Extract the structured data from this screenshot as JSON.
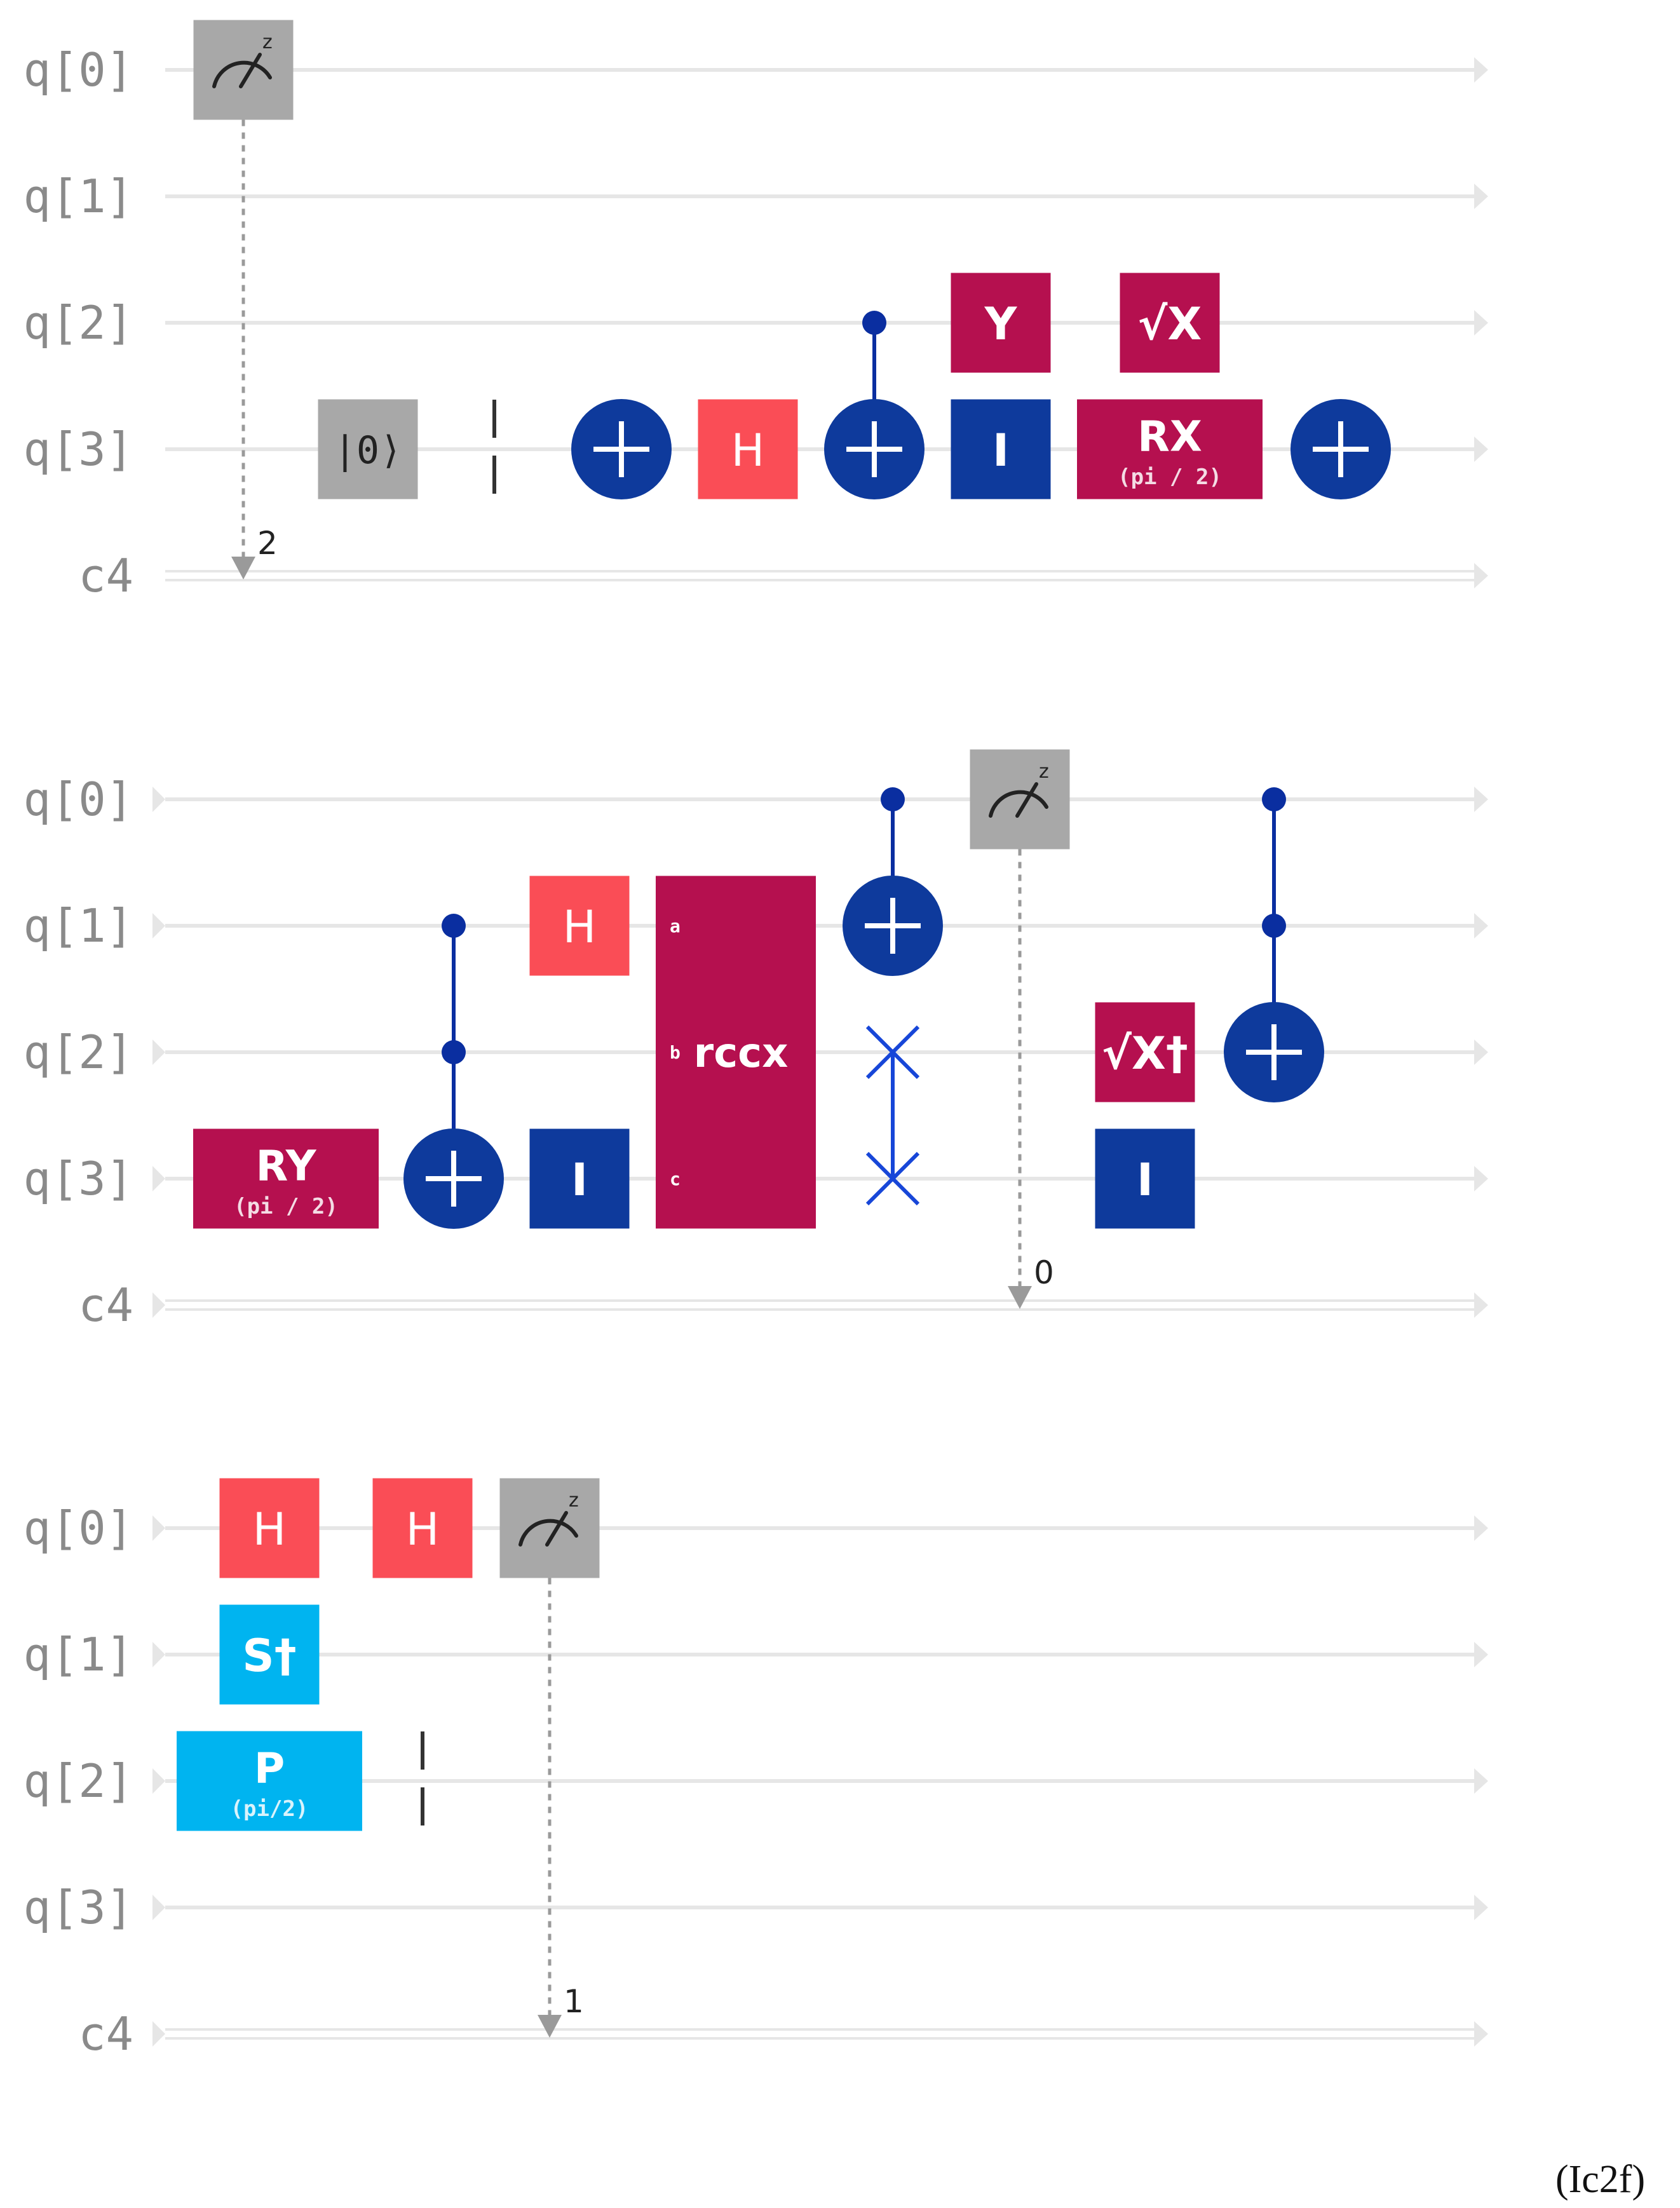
{
  "caption": "(Ic2f)",
  "colors": {
    "wire": "#e6e6e6",
    "h_gate": "#fa4d56",
    "magenta_gate": "#b5104f",
    "blue_gate": "#0e3a9c",
    "light_blue_gate": "#00b4f0",
    "measure_gate": "#a8a8a8",
    "reset_gate": "#a8a8a8"
  },
  "labels": {
    "q0": "q[0]",
    "q1": "q[1]",
    "q2": "q[2]",
    "q3": "q[3]",
    "c4": "c4",
    "H": "H",
    "I": "I",
    "Y": "Y",
    "RX": "RX",
    "RY": "RY",
    "P": "P",
    "sqrtx": "√X",
    "sqrtxdg": "√X†",
    "sdg": "S†",
    "reset": "|0⟩",
    "rccx": "rccx",
    "a": "a",
    "b": "b",
    "c": "c",
    "pi2_spaced": "(pi / 2)",
    "pi2": "(pi/2)",
    "z": "z",
    "bit0": "0",
    "bit1": "1",
    "bit2": "2"
  },
  "circuit_panels": [
    {
      "id": "panel-1",
      "wires": [
        "q0",
        "q1",
        "q2",
        "q3",
        "c4"
      ],
      "gates": [
        {
          "type": "measure",
          "qubit": 0,
          "col": 0,
          "bit": "bit2"
        },
        {
          "type": "reset",
          "qubit": 3,
          "col": 1
        },
        {
          "type": "barrier",
          "qubits": [
            3
          ],
          "col": 2
        },
        {
          "type": "x",
          "qubit": 3,
          "col": 3
        },
        {
          "type": "box",
          "label": "H",
          "color": "h_gate",
          "qubit": 3,
          "col": 4
        },
        {
          "type": "cx",
          "control": 2,
          "target": 3,
          "col": 5
        },
        {
          "type": "box",
          "label": "Y",
          "color": "magenta_gate",
          "qubit": 2,
          "col": 6
        },
        {
          "type": "box",
          "label": "I",
          "color": "blue_gate",
          "qubit": 3,
          "col": 6
        },
        {
          "type": "box",
          "label": "sqrtx",
          "color": "magenta_gate",
          "qubit": 2,
          "col": 7
        },
        {
          "type": "box",
          "label": "RX",
          "param": "pi2_spaced",
          "color": "magenta_gate",
          "qubit": 3,
          "col": 7,
          "wide": true
        },
        {
          "type": "x",
          "qubit": 3,
          "col": 8
        }
      ]
    },
    {
      "id": "panel-2",
      "wires": [
        "q0",
        "q1",
        "q2",
        "q3",
        "c4"
      ],
      "gates": [
        {
          "type": "box",
          "label": "RY",
          "param": "pi2_spaced",
          "color": "magenta_gate",
          "qubit": 3,
          "col": 0,
          "wide": true
        },
        {
          "type": "ccx",
          "controls": [
            1,
            2
          ],
          "target": 3,
          "col": 1
        },
        {
          "type": "box",
          "label": "H",
          "color": "h_gate",
          "qubit": 1,
          "col": 2
        },
        {
          "type": "box",
          "label": "I",
          "color": "blue_gate",
          "qubit": 3,
          "col": 2
        },
        {
          "type": "rccx",
          "qubits": [
            1,
            2,
            3
          ],
          "col": 3
        },
        {
          "type": "cx",
          "control": 0,
          "target": 1,
          "col": 4
        },
        {
          "type": "swap",
          "qubits": [
            2,
            3
          ],
          "col": 4
        },
        {
          "type": "measure",
          "qubit": 0,
          "col": 5,
          "bit": "bit0"
        },
        {
          "type": "box",
          "label": "sqrtxdg",
          "color": "magenta_gate",
          "qubit": 2,
          "col": 6
        },
        {
          "type": "box",
          "label": "I",
          "color": "blue_gate",
          "qubit": 3,
          "col": 6
        },
        {
          "type": "ccx",
          "controls": [
            0,
            1
          ],
          "target": 2,
          "col": 7
        }
      ]
    },
    {
      "id": "panel-3",
      "wires": [
        "q0",
        "q1",
        "q2",
        "q3",
        "c4"
      ],
      "gates": [
        {
          "type": "box",
          "label": "H",
          "color": "h_gate",
          "qubit": 0,
          "col": 0
        },
        {
          "type": "box",
          "label": "sdg",
          "color": "light_blue_gate",
          "qubit": 1,
          "col": 0
        },
        {
          "type": "box",
          "label": "P",
          "param": "pi2",
          "color": "light_blue_gate",
          "qubit": 2,
          "col": 0,
          "wide": true
        },
        {
          "type": "barrier",
          "qubits": [
            2
          ],
          "col": 1
        },
        {
          "type": "box",
          "label": "H",
          "color": "h_gate",
          "qubit": 0,
          "col": 1
        },
        {
          "type": "measure",
          "qubit": 0,
          "col": 2,
          "bit": "bit1"
        }
      ]
    }
  ]
}
